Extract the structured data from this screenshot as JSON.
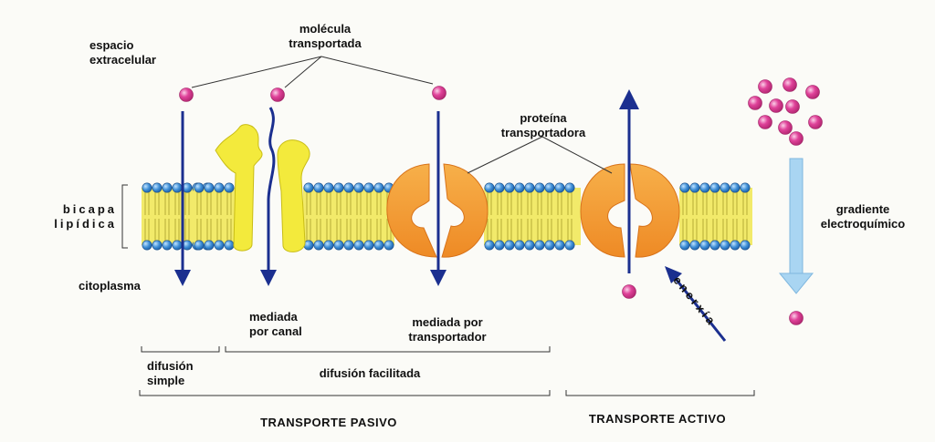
{
  "labels": {
    "extracellular": "espacio\nextracelular",
    "transported_molecule": "molécula\ntransportada",
    "carrier_protein": "proteína\ntransportadora",
    "bilayer": "bicapa\nlipídica",
    "cytoplasm": "citoplasma",
    "channel_mediated": "mediada\npor canal",
    "carrier_mediated": "mediada por\ntransportador",
    "simple_diffusion": "difusión\nsimple",
    "facilitated_diffusion": "difusión facilitada",
    "passive_transport": "TRANSPORTE PASIVO",
    "active_transport": "TRANSPORTE ACTIVO",
    "energy": "enerxía",
    "gradient": "gradiente\nelectroquímico"
  },
  "colors": {
    "background": "#fbfbf7",
    "lipid_head": "#3f8fd6",
    "lipid_tail": "#f2ea6a",
    "channel_protein": "#f3ea3c",
    "carrier_protein": "#f3982e",
    "molecule": "#e0439a",
    "arrow": "#1b2f8f",
    "gradient_arrow": "#a9d5f2"
  }
}
